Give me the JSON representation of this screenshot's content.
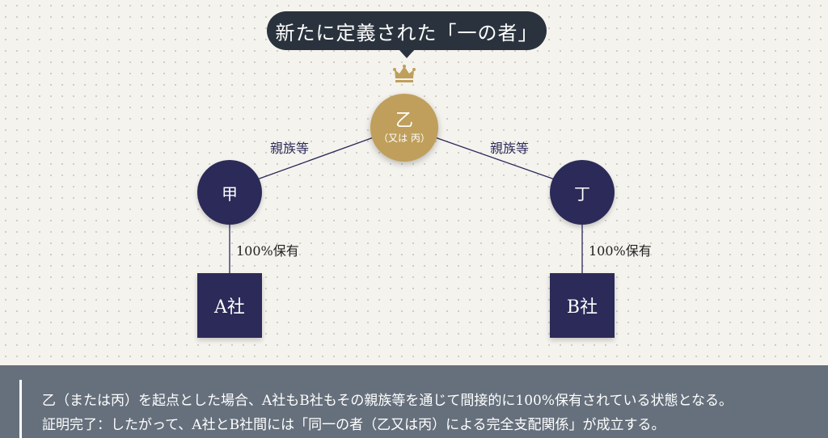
{
  "callout": {
    "title": "新たに定義された「一の者」"
  },
  "nodes": {
    "top": {
      "name": "乙",
      "sub": "（又は 丙）",
      "icon": "crown-icon"
    },
    "left": {
      "name": "甲"
    },
    "right": {
      "name": "丁"
    }
  },
  "edges": {
    "left_relation": "親族等",
    "right_relation": "親族等",
    "left_ownership": "100%保有",
    "right_ownership": "100%保有"
  },
  "companies": {
    "left": "A社",
    "right": "B社"
  },
  "conclusion": {
    "line1": "乙（または丙）を起点とした場合、A社もB社もその親族等を通じて間接的に100%保有されている状態となる。",
    "line2": "証明完了：したがって、A社とB社間には「同一の者（乙又は丙）による完全支配関係」が成立する。"
  },
  "colors": {
    "gold": "#bf9f5b",
    "navy": "#2b2a58",
    "callout": "#2a333d",
    "panel": "#66707c"
  }
}
